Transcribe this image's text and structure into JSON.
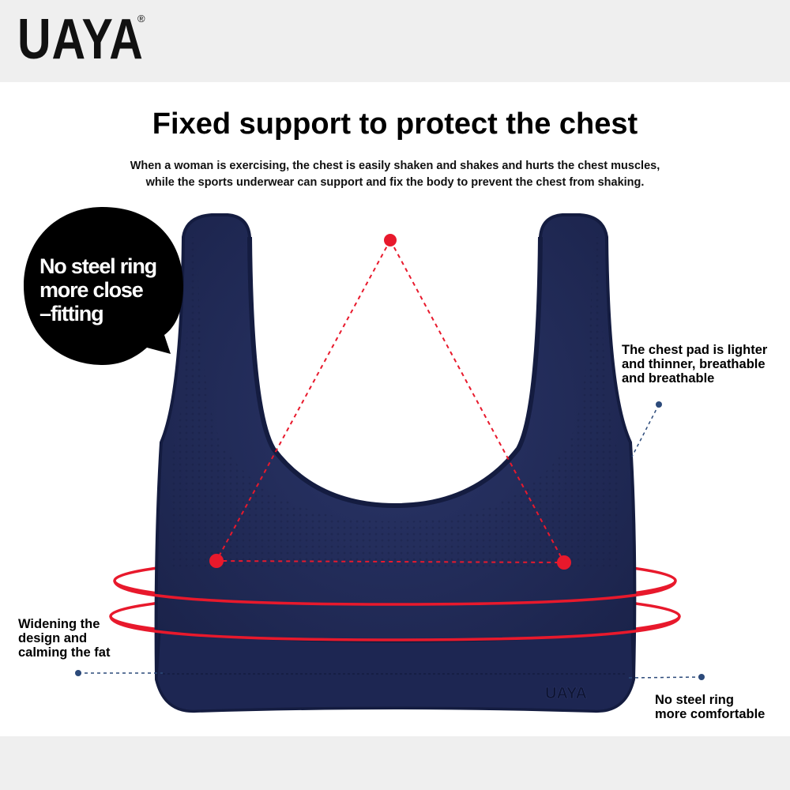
{
  "brand": {
    "name": "UAYA",
    "registered_mark": "®"
  },
  "headline": "Fixed support to protect the chest",
  "description": {
    "line1": "When a woman is exercising, the chest is easily shaken and shakes and hurts the chest muscles,",
    "line2": "while the sports underwear can support and fix the body to prevent the chest from shaking."
  },
  "callout_bubble": {
    "line1": "No steel ring",
    "line2": "more close",
    "line3": "–fitting"
  },
  "annotations": {
    "chest_pad": {
      "line1": "The chest pad is lighter",
      "line2": "and thinner, breathable",
      "line3": "and breathable"
    },
    "widening": {
      "line1": "Widening the",
      "line2": "design and",
      "line3": "calming the fat"
    },
    "no_steel_ring": {
      "line1": "No steel ring",
      "line2": "more comfortable"
    }
  },
  "product": {
    "band_logo": "UAYA"
  },
  "colors": {
    "garment": "#1c2550",
    "garment_edge": "#141c40",
    "accent_red": "#e8192c",
    "pointer_blue": "#2c4a7a",
    "band_grey": "#efefef"
  }
}
